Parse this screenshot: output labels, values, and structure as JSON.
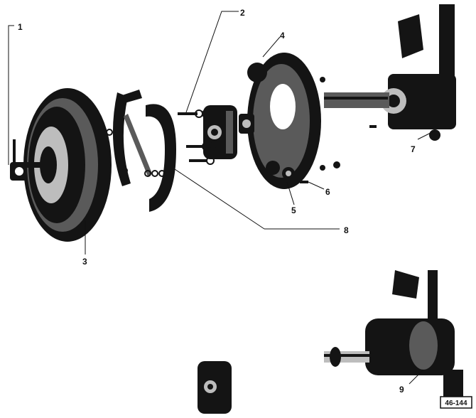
{
  "figure": {
    "callouts": [
      {
        "id": "1",
        "label": "1"
      },
      {
        "id": "2",
        "label": "2"
      },
      {
        "id": "3",
        "label": "3"
      },
      {
        "id": "4",
        "label": "4"
      },
      {
        "id": "5",
        "label": "5"
      },
      {
        "id": "6",
        "label": "6"
      },
      {
        "id": "7",
        "label": "7"
      },
      {
        "id": "8",
        "label": "8"
      },
      {
        "id": "9",
        "label": "9"
      }
    ],
    "reference_code": "46-144"
  },
  "colors": {
    "ink": "#141414",
    "paper": "#ffffff"
  }
}
